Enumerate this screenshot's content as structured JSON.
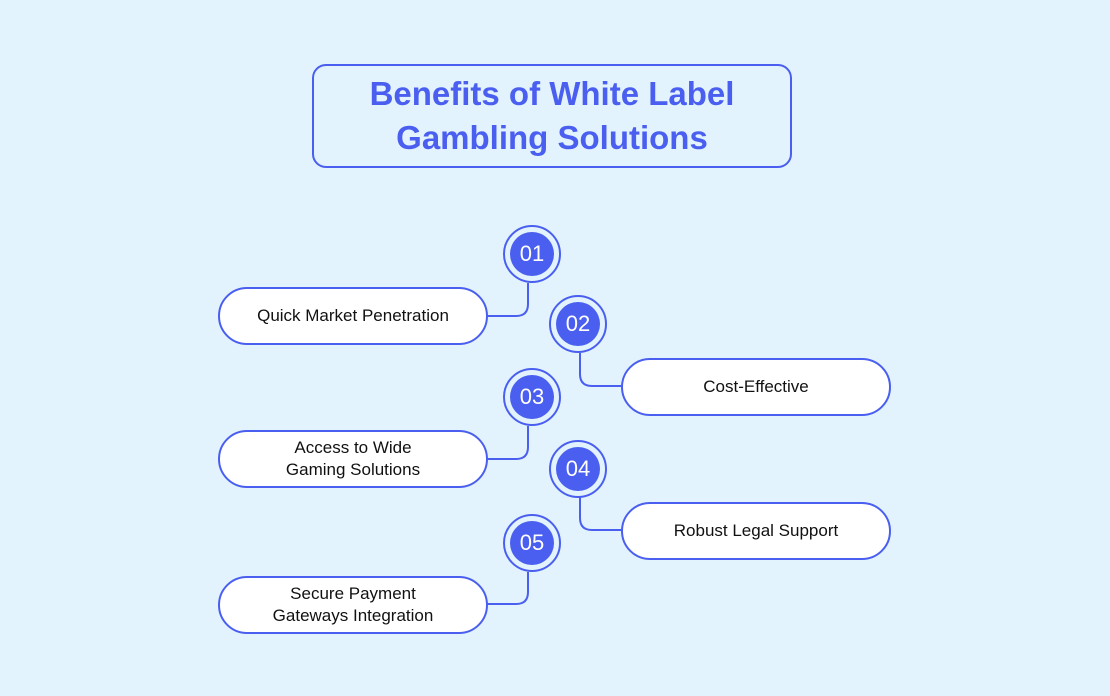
{
  "title": {
    "line1": "Benefits of White Label",
    "line2": "Gambling Solutions"
  },
  "colors": {
    "accent": "#4a5ff0",
    "background": "#e2f3fd",
    "pill_fill": "#ffffff",
    "text": "#111111"
  },
  "items": [
    {
      "number": "01",
      "label": "Quick Market Penetration"
    },
    {
      "number": "02",
      "label": "Cost-Effective"
    },
    {
      "number": "03",
      "label": "Access to Wide\nGaming Solutions"
    },
    {
      "number": "04",
      "label": "Robust Legal Support"
    },
    {
      "number": "05",
      "label": "Secure Payment\nGateways Integration"
    }
  ]
}
